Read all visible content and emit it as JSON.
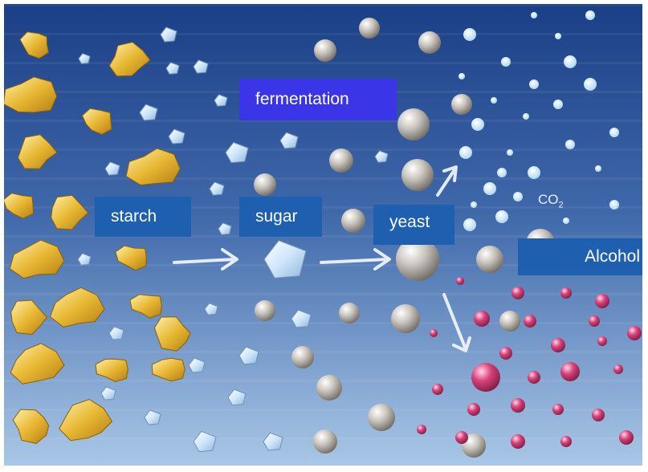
{
  "labels": {
    "fermentation": "fermentation",
    "starch": "starch",
    "sugar": "sugar",
    "yeast": "yeast",
    "alcohol": "Alcohol",
    "co2_main": "CO",
    "co2_sub": "2"
  },
  "colors": {
    "sky_top": "#1b3f86",
    "sky_bottom": "#a9c7e6",
    "starch": "#e8b834",
    "crystal": "#d8ecff",
    "yeast": "#bdb7b0",
    "alcohol": "#d8407a",
    "co2": "#dff0ff",
    "label_box": "#1f5fb0",
    "title_box": "#3a35e6"
  },
  "icons": [
    "starch-granule-icon",
    "sugar-crystal-icon",
    "yeast-cell-icon",
    "co2-bubble-icon",
    "alcohol-molecule-icon",
    "process-arrow-icon"
  ]
}
